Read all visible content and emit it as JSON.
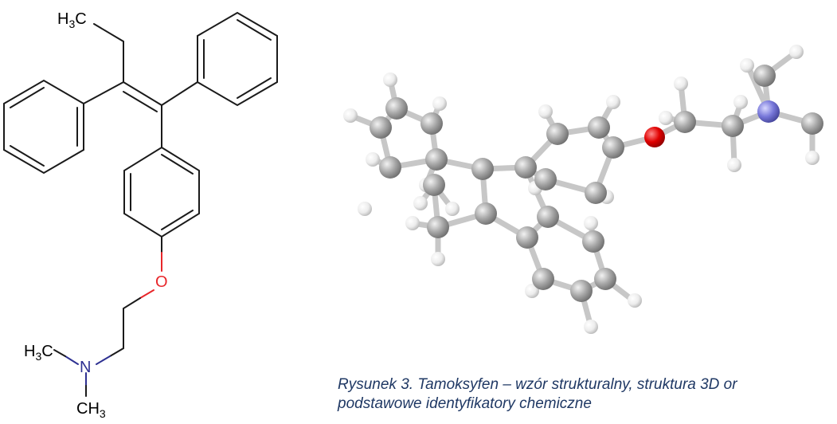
{
  "structural_formula": {
    "labels": {
      "ethyl_methyl": "H3C",
      "oxygen": "O",
      "nitrogen": "N",
      "n_methyl_left": "H3C",
      "n_methyl_bottom": "CH3"
    },
    "colors": {
      "bond": "#1a1a1a",
      "oxygen_bond": "#e8262a",
      "nitrogen_bond": "#2e3192"
    }
  },
  "model_3d": {
    "colors": {
      "carbon": "#a6a6a6",
      "hydrogen": "#f4f4f4",
      "oxygen": "#e00000",
      "nitrogen": "#7777d9",
      "bond": "#c7c7c7"
    }
  },
  "caption": {
    "line1": "Rysunek 3. Tamoksyfen – wzór strukturalny, struktura 3D or",
    "line2": "podstawowe identyfikatory chemiczne"
  }
}
